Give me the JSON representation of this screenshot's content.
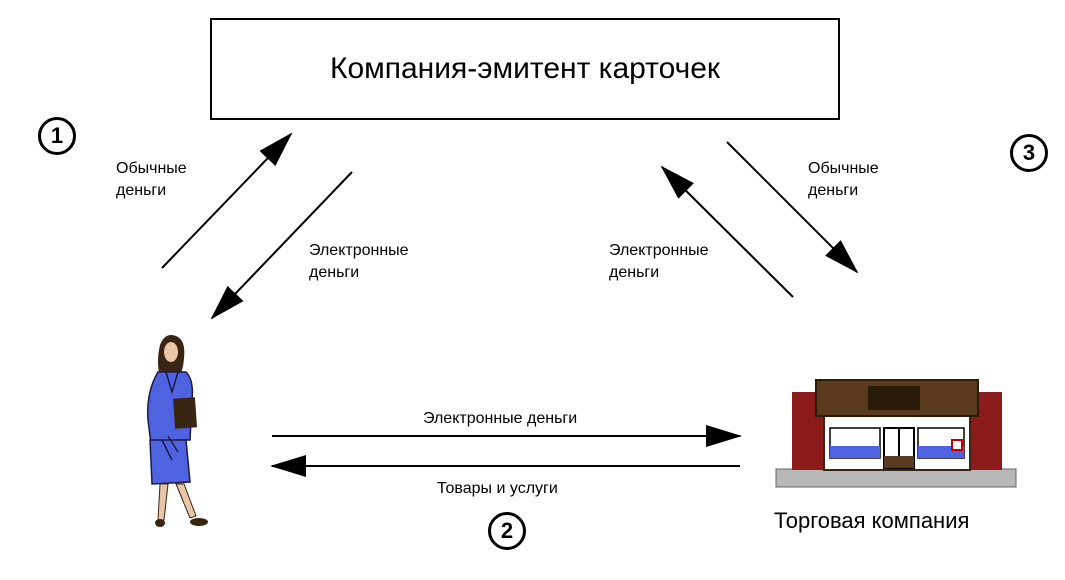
{
  "issuer": {
    "title": "Компания-эмитент карточек"
  },
  "badges": [
    "1",
    "2",
    "3"
  ],
  "labels": {
    "flow1_regular_money": [
      "Обычные",
      "деньги"
    ],
    "flow1_electronic_money": [
      "Электронные",
      "деньги"
    ],
    "flow3_electronic_money": [
      "Электронные",
      "деньги"
    ],
    "flow3_regular_money": [
      "Обычные",
      "деньги"
    ],
    "flow2_electronic_money": "Электронные деньги",
    "flow2_goods_services": "Товары и услуги"
  },
  "merchant": {
    "label": "Торговая компания"
  },
  "colors": {
    "suit": "#4f63e0",
    "shop_brick": "#8b1a1a",
    "shop_sign": "#5a3b1e",
    "shop_base": "#b8b8b8"
  }
}
